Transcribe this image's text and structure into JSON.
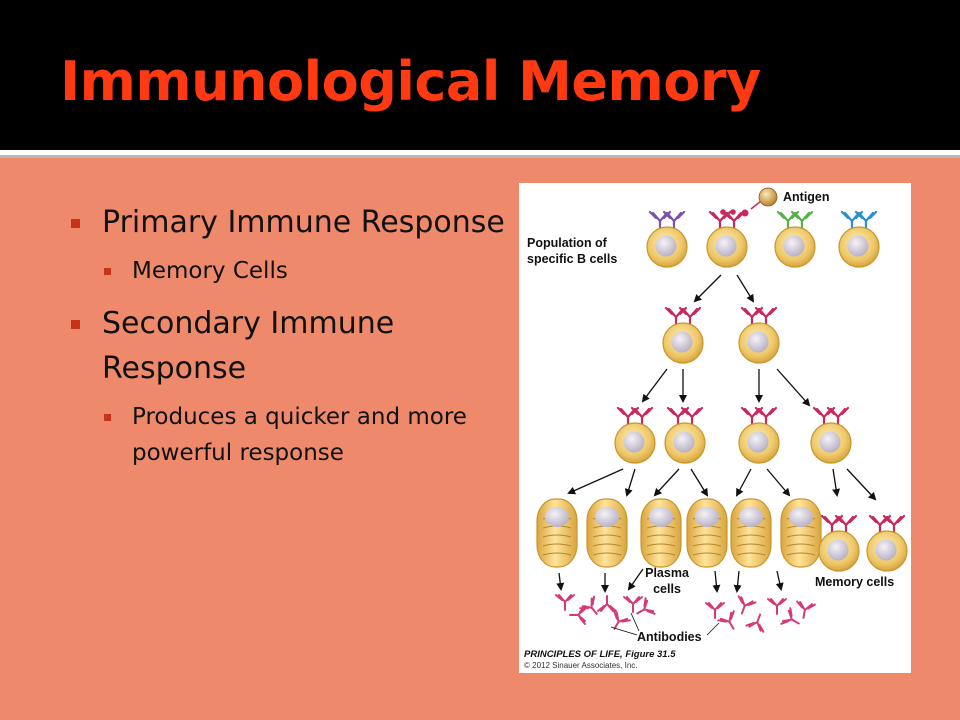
{
  "slide": {
    "title": "Immunological Memory",
    "bullets": [
      {
        "text": "Primary Immune Response",
        "sub": [
          "Memory Cells"
        ]
      },
      {
        "text": "Secondary Immune Response",
        "sub": [
          "Produces a quicker and more powerful response"
        ]
      }
    ]
  },
  "figure": {
    "labels": {
      "antigen": "Antigen",
      "population_line1": "Population of",
      "population_line2": "specific B cells",
      "plasma_line1": "Plasma",
      "plasma_line2": "cells",
      "memory": "Memory cells",
      "antibodies": "Antibodies",
      "caption_title": "PRINCIPLES OF LIFE, Figure 31.5",
      "caption_copyright": "© 2012 Sinauer Associates, Inc."
    },
    "colors": {
      "cell_fill": "#eec86a",
      "cell_edge": "#c9962a",
      "nucleus": "#c6c0cf",
      "receptor_magenta": "#c8285a",
      "receptor_purple": "#7a52a8",
      "receptor_green": "#58b04a",
      "receptor_blue": "#2a8fd0",
      "antibody": "#d43a7a"
    }
  }
}
